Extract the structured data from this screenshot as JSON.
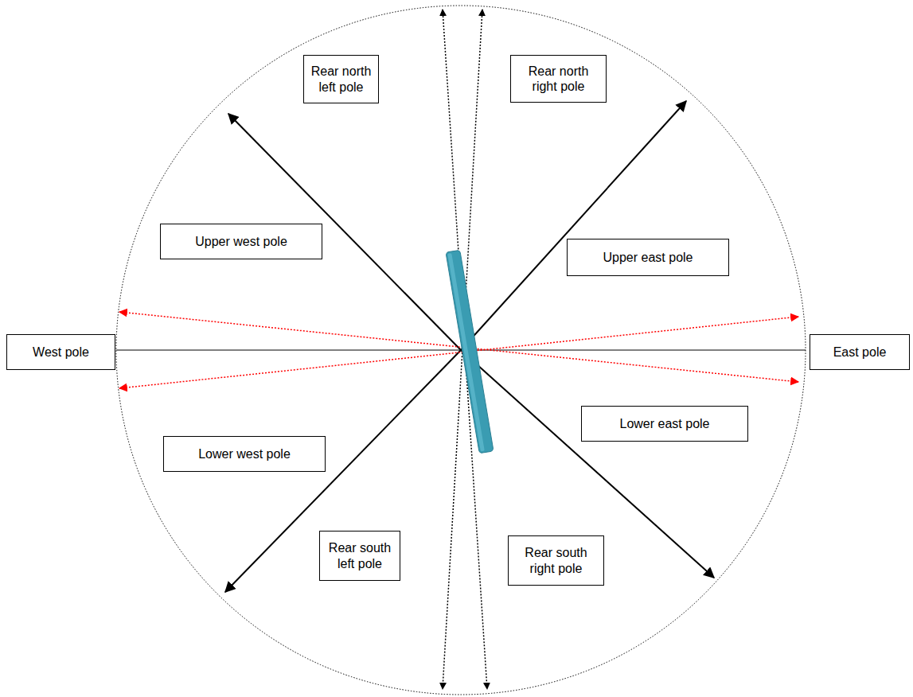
{
  "diagram": {
    "nodes": [
      {
        "text": [
          "Rear north left pole"
        ]
      },
      {
        "text": [
          "Rear north right pole"
        ]
      },
      {
        "text": [
          "Upper west pole"
        ]
      },
      {
        "text": [
          "Upper east pole"
        ]
      },
      {
        "text": [
          "West pole"
        ]
      },
      {
        "text": [
          "East pole"
        ]
      },
      {
        "text": [
          "Lower west pole"
        ]
      },
      {
        "text": [
          "Lower east pole"
        ]
      },
      {
        "text": [
          "Rear south left pole"
        ]
      },
      {
        "text": [
          "Rear south right pole"
        ]
      }
    ]
  }
}
